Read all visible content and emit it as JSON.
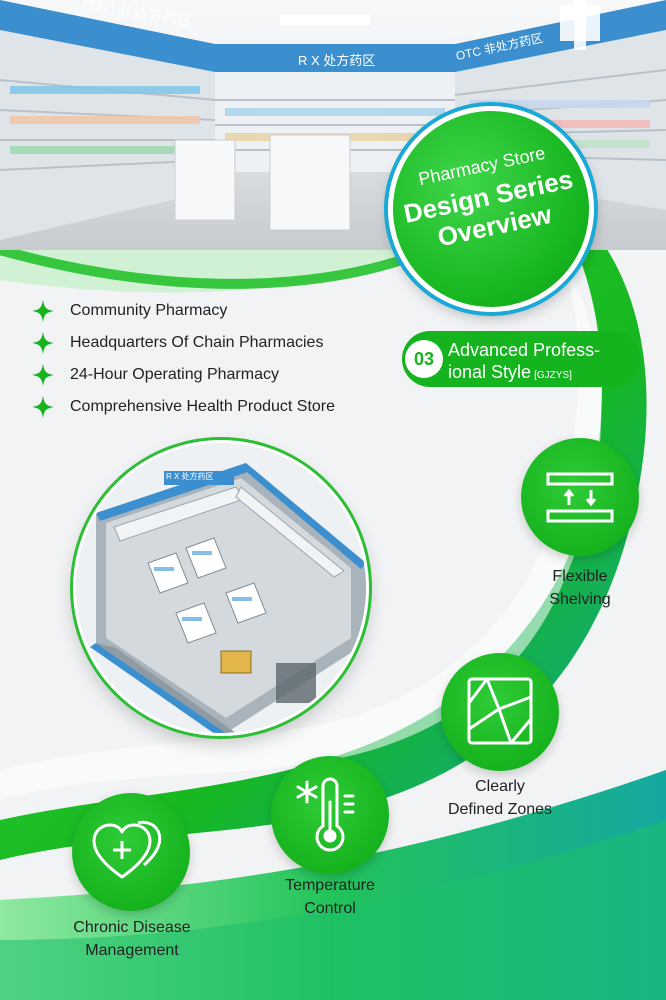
{
  "hero": {
    "sign_left": "OTC 非处方药区",
    "sign_center": "R X  处方药区",
    "sign_right": "OTC 非处方药区"
  },
  "title": {
    "line1": "Pharmacy Store",
    "line2": "Design Series",
    "line3": "Overview"
  },
  "features": [
    "Community Pharmacy",
    "Headquarters Of Chain Pharmacies",
    "24-Hour Operating Pharmacy",
    "Comprehensive Health Product Store"
  ],
  "style": {
    "number": "03",
    "line1": "Advanced Profess-",
    "line2": "ional Style",
    "code": "[GJZYS]"
  },
  "plan": {
    "sign": "R X  处方药区"
  },
  "icons": [
    {
      "name": "flexible-shelving",
      "icon": "shelving-icon",
      "line1": "Flexible",
      "line2": "Shelving"
    },
    {
      "name": "clearly-defined-zones",
      "icon": "zones-icon",
      "line1": "Clearly",
      "line2": "Defined Zones"
    },
    {
      "name": "temperature-control",
      "icon": "thermometer-icon",
      "line1": "Temperature",
      "line2": "Control"
    },
    {
      "name": "chronic-disease-management",
      "icon": "heart-plus-icon",
      "line1": "Chronic Disease",
      "line2": "Management"
    }
  ],
  "colors": {
    "brand_green": "#15b41e",
    "accent_blue": "#1aa8d6",
    "text_dark": "#222222"
  }
}
